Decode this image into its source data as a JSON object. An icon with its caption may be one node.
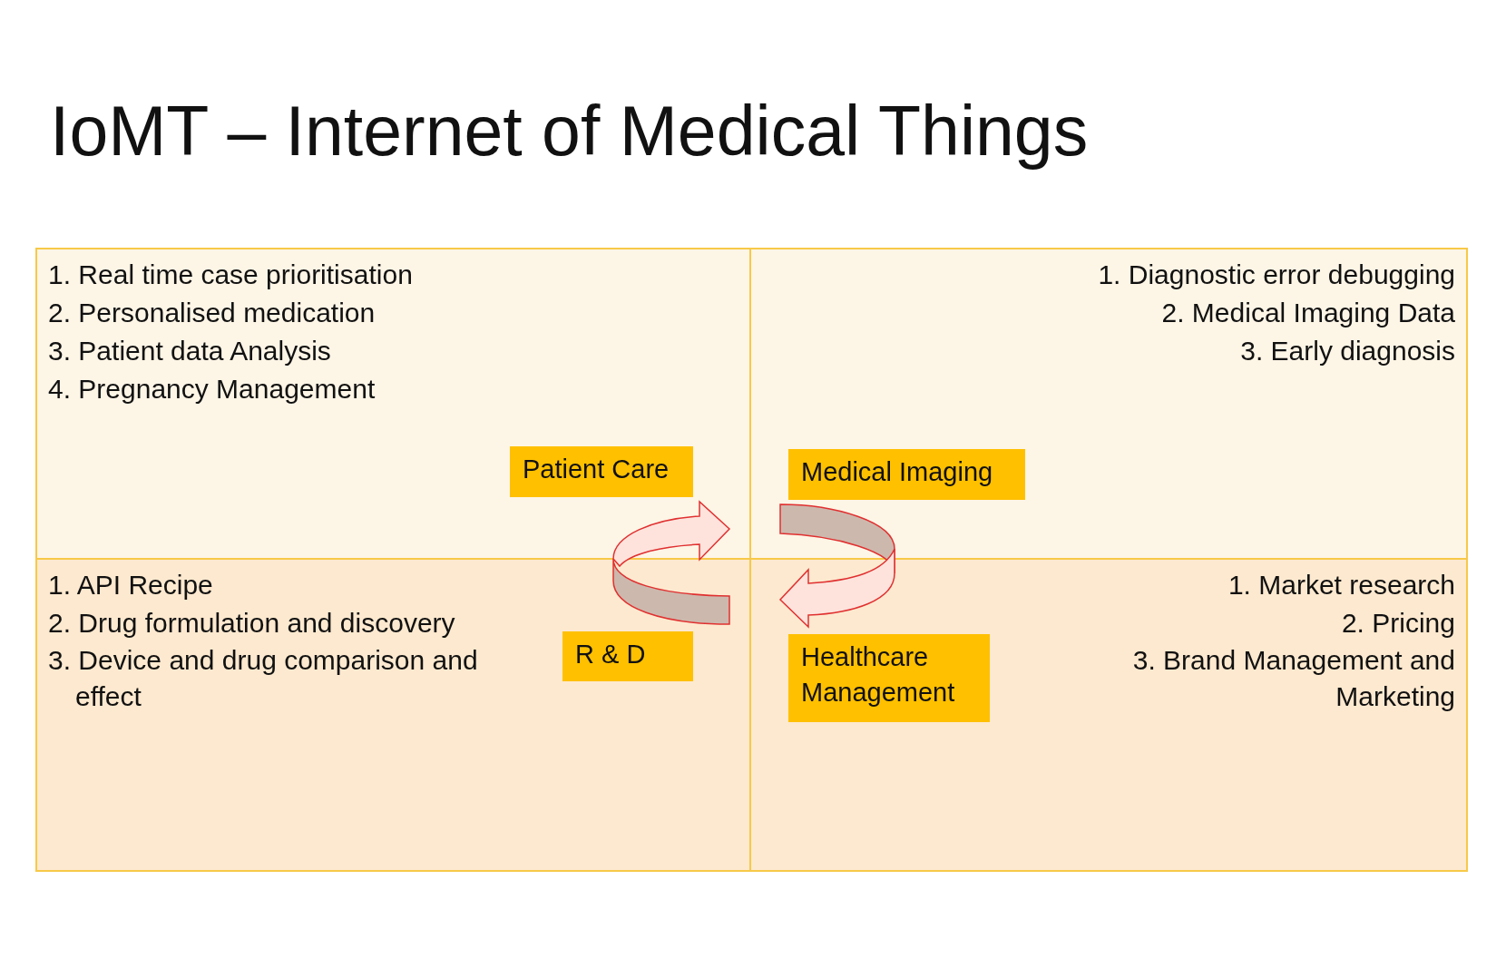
{
  "diagram": {
    "title": "IoMT – Internet of Medical Things",
    "nodes": [
      {
        "text": [
          "1. Real time case prioritisation",
          "2. Personalised medication",
          "3. Patient data Analysis",
          "4. Pregnancy Management"
        ]
      },
      {
        "text": [
          "Patient Care"
        ],
        "in": 0
      },
      {
        "text": [
          "1. Diagnostic error debugging",
          "2. Medical Imaging Data",
          "3. Early diagnosis"
        ]
      },
      {
        "text": [
          "Medical Imaging"
        ],
        "in": 2
      },
      {
        "text": [
          "1. API Recipe",
          "2. Drug formulation and discovery",
          "3. Device and drug comparison and effect"
        ]
      },
      {
        "text": [
          "R & D"
        ],
        "in": 4
      },
      {
        "text": [
          "1. Market research",
          "2. Pricing",
          "3. Brand Management and Marketing"
        ]
      },
      {
        "text": [
          "Healthcare Management"
        ],
        "in": 6
      }
    ]
  }
}
